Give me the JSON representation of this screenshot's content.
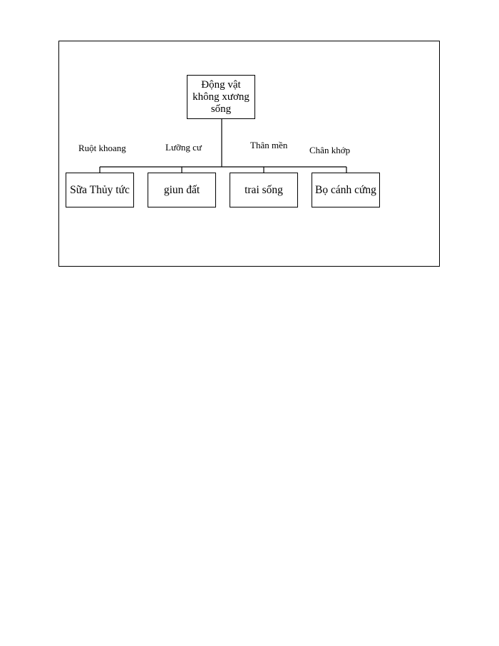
{
  "diagram": {
    "root": {
      "label": "Động vật không xương sống"
    },
    "children": [
      {
        "group": "Ruột khoang",
        "example": "Sữa Thủy tức"
      },
      {
        "group": "Lưỡng cư",
        "example": "giun đất"
      },
      {
        "group": "Thân mền",
        "example": "trai sống"
      },
      {
        "group": "Chân khớp",
        "example": "Bọ cánh cứng"
      }
    ]
  }
}
